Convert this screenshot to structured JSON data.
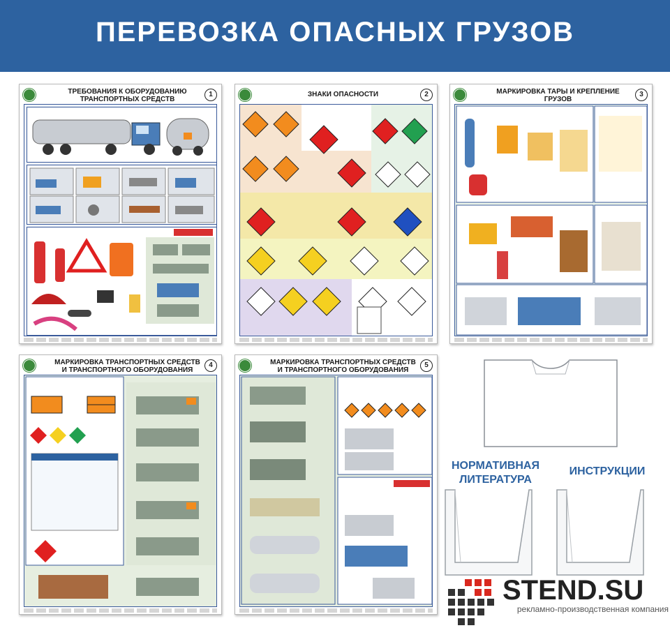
{
  "header": {
    "title": "ПЕРЕВОЗКА ОПАСНЫХ ГРУЗОВ"
  },
  "posters": [
    {
      "number": "1",
      "title": "ТРЕБОВАНИЯ К ОБОРУДОВАНИЮ ТРАНСПОРТНЫХ СРЕДСТВ"
    },
    {
      "number": "2",
      "title": "ЗНАКИ ОПАСНОСТИ"
    },
    {
      "number": "3",
      "title": "МАРКИРОВКА ТАРЫ И КРЕПЛЕНИЕ ГРУЗОВ"
    },
    {
      "number": "4",
      "title": "МАРКИРОВКА ТРАНСПОРТНЫХ СРЕДСТВ И ТРАНСПОРТНОГО ОБОРУДОВАНИЯ"
    },
    {
      "number": "5",
      "title": "МАРКИРОВКА ТРАНСПОРТНЫХ СРЕДСТВ И ТРАНСПОРТНОГО ОБОРУДОВАНИЯ"
    }
  ],
  "pockets": {
    "left_label": "НОРМАТИВНАЯ ЛИТЕРАТУРА",
    "right_label": "ИНСТРУКЦИИ"
  },
  "brand": {
    "name": "STEND.SU",
    "tagline": "рекламно-производственная компания"
  },
  "colors": {
    "header_bg": "#2d62a0",
    "label_text": "#2d62a0",
    "brand_red": "#d9281e",
    "brand_dark": "#333333"
  }
}
